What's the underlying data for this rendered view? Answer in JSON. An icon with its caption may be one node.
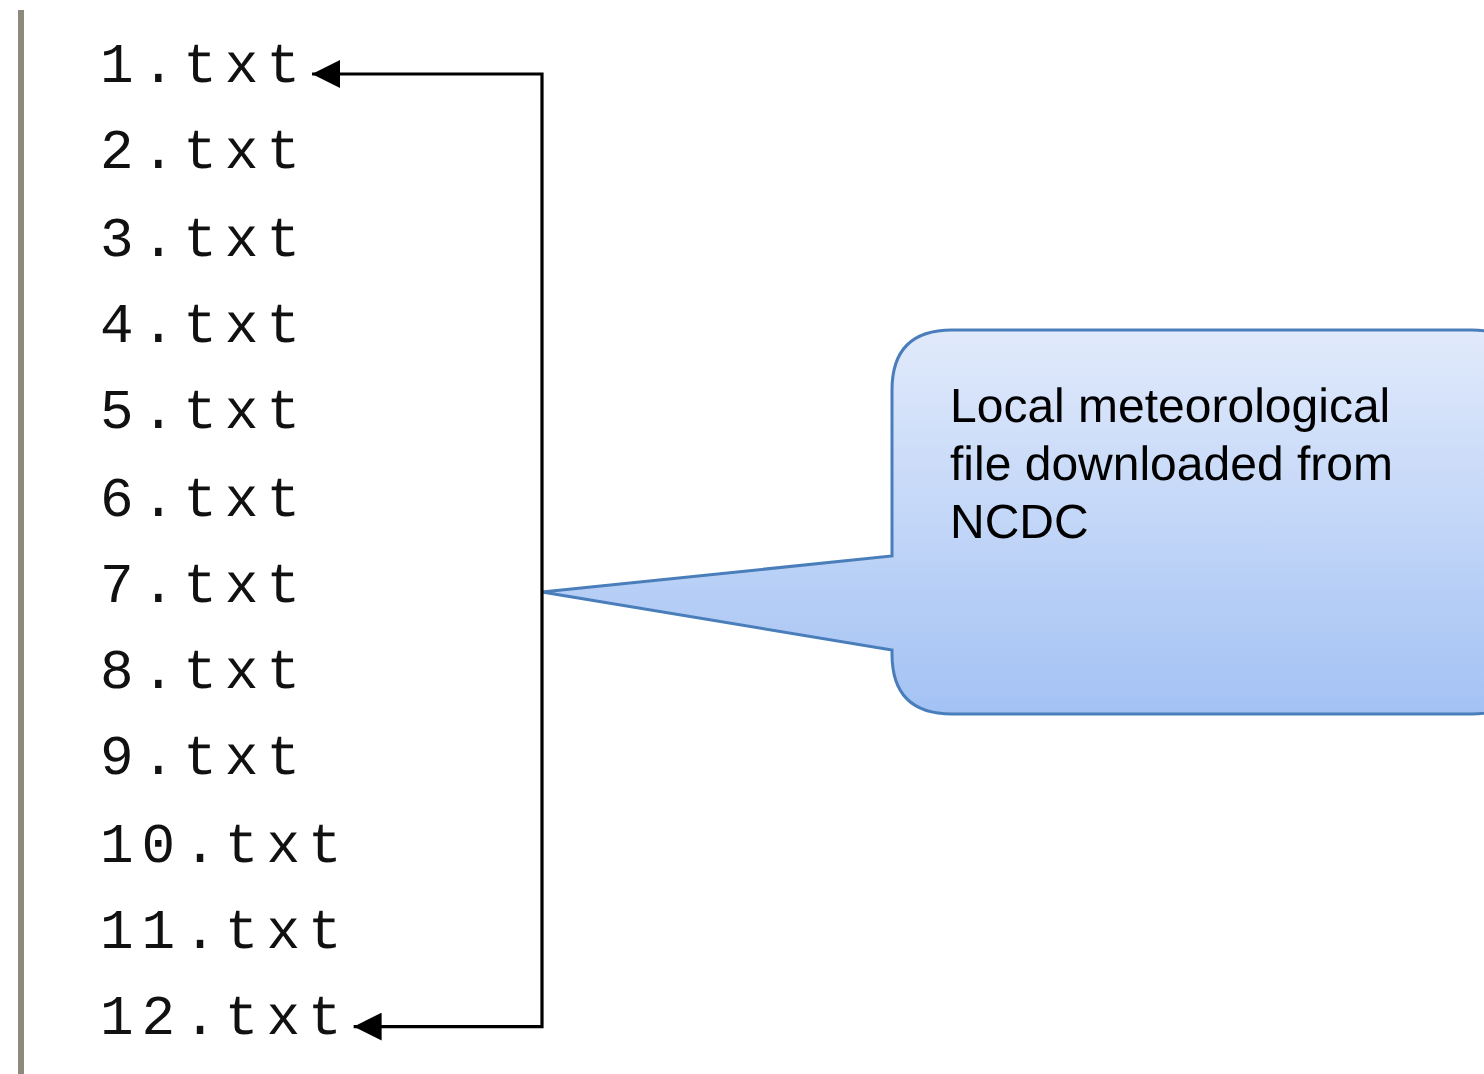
{
  "diagram": {
    "nodes": [
      {
        "text": [
          "1.txt"
        ]
      },
      {
        "text": [
          "2.txt"
        ]
      },
      {
        "text": [
          "3.txt"
        ]
      },
      {
        "text": [
          "4.txt"
        ]
      },
      {
        "text": [
          "5.txt"
        ]
      },
      {
        "text": [
          "6.txt"
        ]
      },
      {
        "text": [
          "7.txt"
        ]
      },
      {
        "text": [
          "8.txt"
        ]
      },
      {
        "text": [
          "9.txt"
        ]
      },
      {
        "text": [
          "10.txt"
        ]
      },
      {
        "text": [
          "11.txt"
        ]
      },
      {
        "text": [
          "12.txt"
        ]
      },
      {
        "text": [
          "Local meteorological file downloaded from NCDC"
        ]
      }
    ],
    "edges": [
      {
        "from": 12,
        "to": 0,
        "arrow": "to"
      },
      {
        "from": 12,
        "to": 11,
        "arrow": "to"
      }
    ]
  }
}
